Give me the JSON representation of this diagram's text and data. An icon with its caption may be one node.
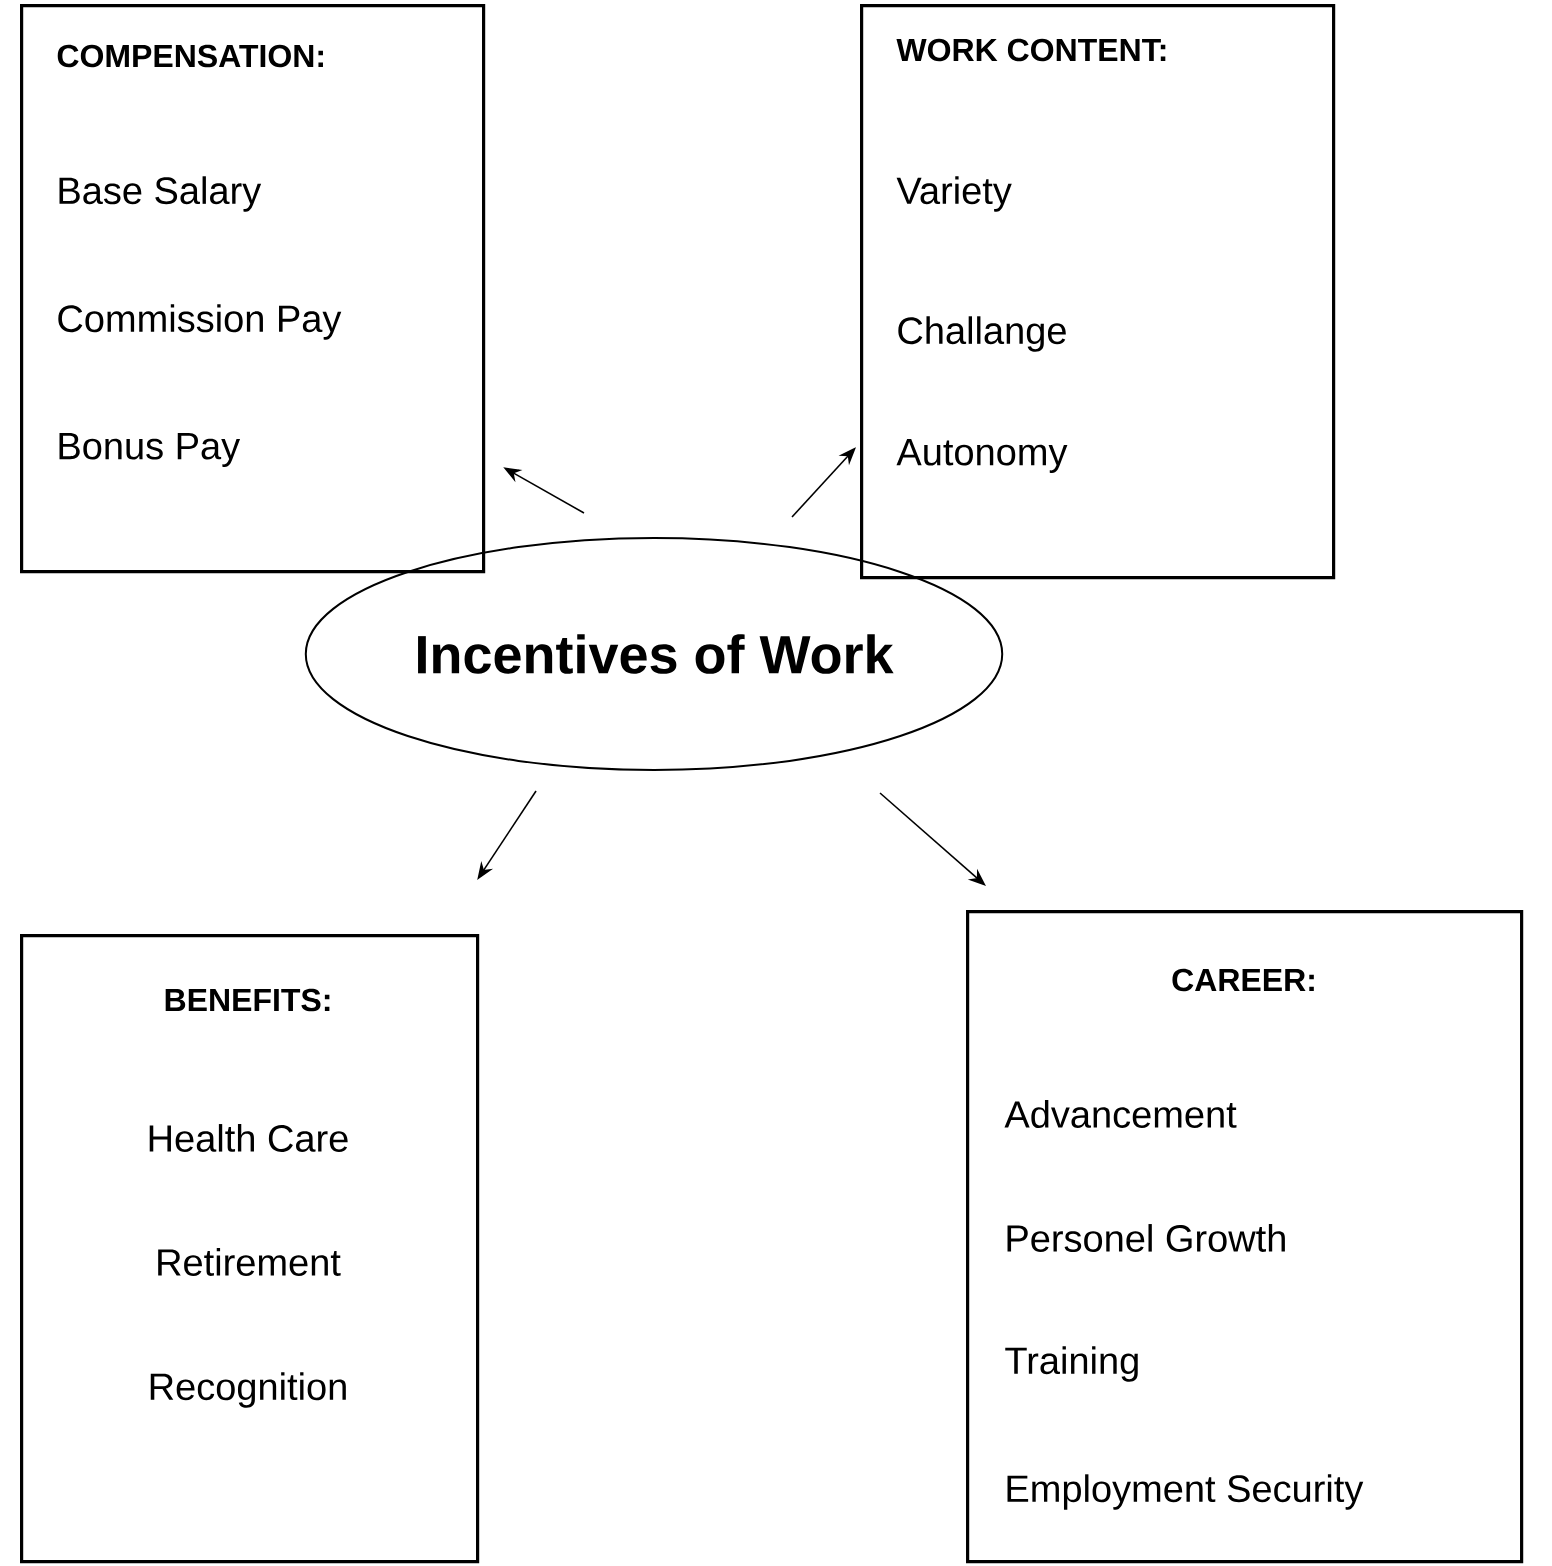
{
  "diagram": {
    "nodes": [
      {
        "text": [
          "Incentives of Work"
        ]
      },
      {
        "text": [
          "COMPENSATION:",
          "Base Salary",
          "Commission Pay",
          "Bonus Pay"
        ]
      },
      {
        "text": [
          "WORK CONTENT:",
          "Variety",
          "Challange",
          "Autonomy"
        ]
      },
      {
        "text": [
          "BENEFITS:",
          "Health Care",
          "Retirement",
          "Recognition"
        ]
      },
      {
        "text": [
          "CAREER:",
          "Advancement",
          "Personel Growth",
          "Training",
          "Employment Security"
        ]
      }
    ],
    "edges": [
      {
        "from": 0,
        "to": 1,
        "arrow": "to"
      },
      {
        "from": 0,
        "to": 2,
        "arrow": "to"
      },
      {
        "from": 0,
        "to": 3,
        "arrow": "to"
      },
      {
        "from": 0,
        "to": 4,
        "arrow": "to"
      }
    ]
  }
}
